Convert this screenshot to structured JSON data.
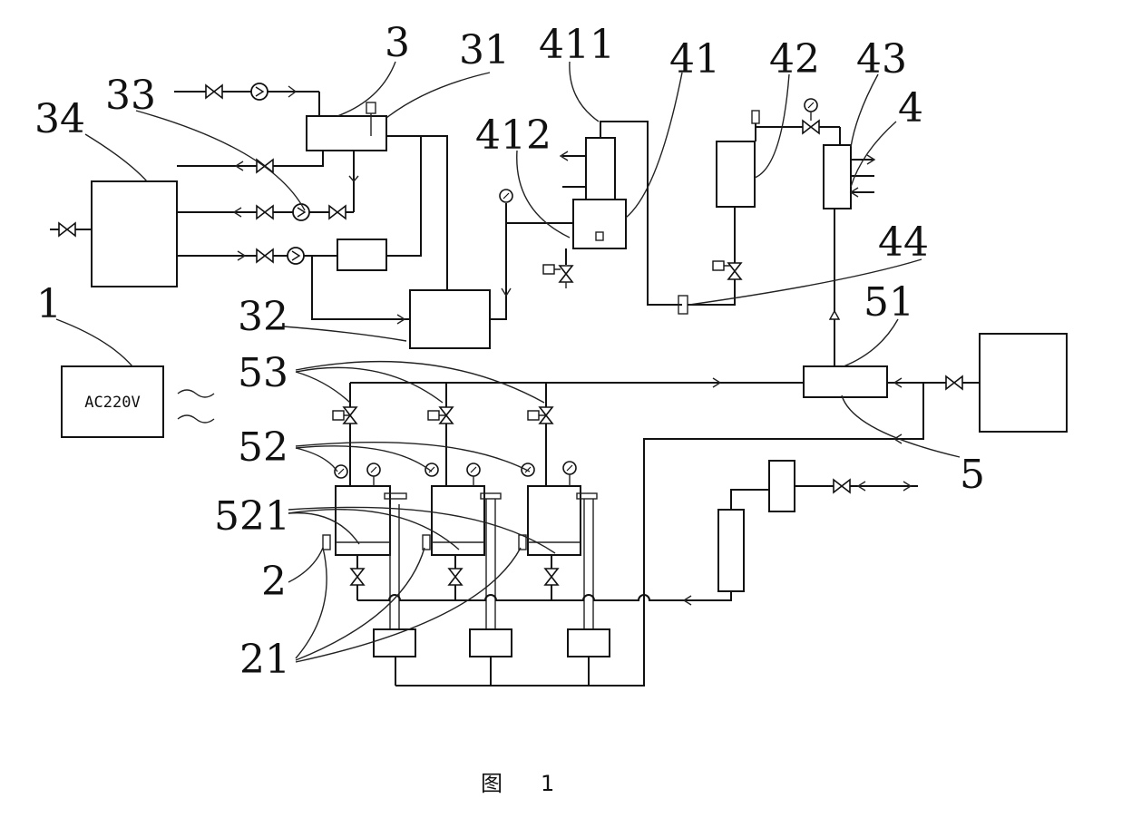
{
  "figure": {
    "caption_char": "图",
    "caption_num": "1",
    "power_label": "AC220V"
  },
  "reference_labels": {
    "l3": "3",
    "l31": "31",
    "l411": "411",
    "l41": "41",
    "l42": "42",
    "l43": "43",
    "l33": "33",
    "l34": "34",
    "l412": "412",
    "l4": "4",
    "l44": "44",
    "l1": "1",
    "l32": "32",
    "l51": "51",
    "l53": "53",
    "l52": "52",
    "l5": "5",
    "l521": "521",
    "l2": "2",
    "l21": "21"
  },
  "colors": {
    "ink": "#111111",
    "paper": "#ffffff"
  }
}
